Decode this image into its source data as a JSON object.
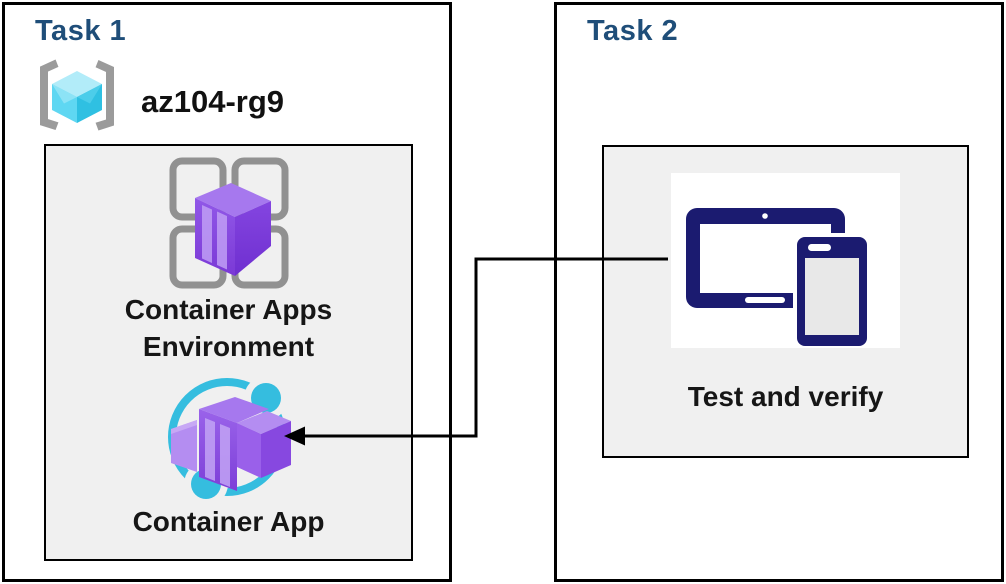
{
  "task1": {
    "title": "Task 1",
    "resource_group": {
      "name": "az104-rg9",
      "icon": "resource-group-icon"
    },
    "environment": {
      "label": "Container Apps Environment",
      "icon": "container-apps-environment-icon"
    },
    "app": {
      "label": "Container App",
      "icon": "container-app-icon"
    }
  },
  "task2": {
    "title": "Task 2",
    "test": {
      "label": "Test and verify",
      "icon": "devices-icon"
    }
  },
  "connector": {
    "from": "test-and-verify-icon",
    "to": "container-app-icon",
    "shape": "elbow",
    "arrowhead": "points-left-at-container-app"
  },
  "colors": {
    "task_title": "#1f4e79",
    "box_border": "#000000",
    "inner_box_fill": "#f0f0f0",
    "label_text": "#161616",
    "icon_gray": "#919191",
    "icon_purple": "#8a4fe0",
    "icon_purple_light": "#b18cef",
    "icon_cyan": "#35bddf",
    "cube_cyan_light": "#aeeaf8",
    "devices_navy": "#1b1b70"
  }
}
